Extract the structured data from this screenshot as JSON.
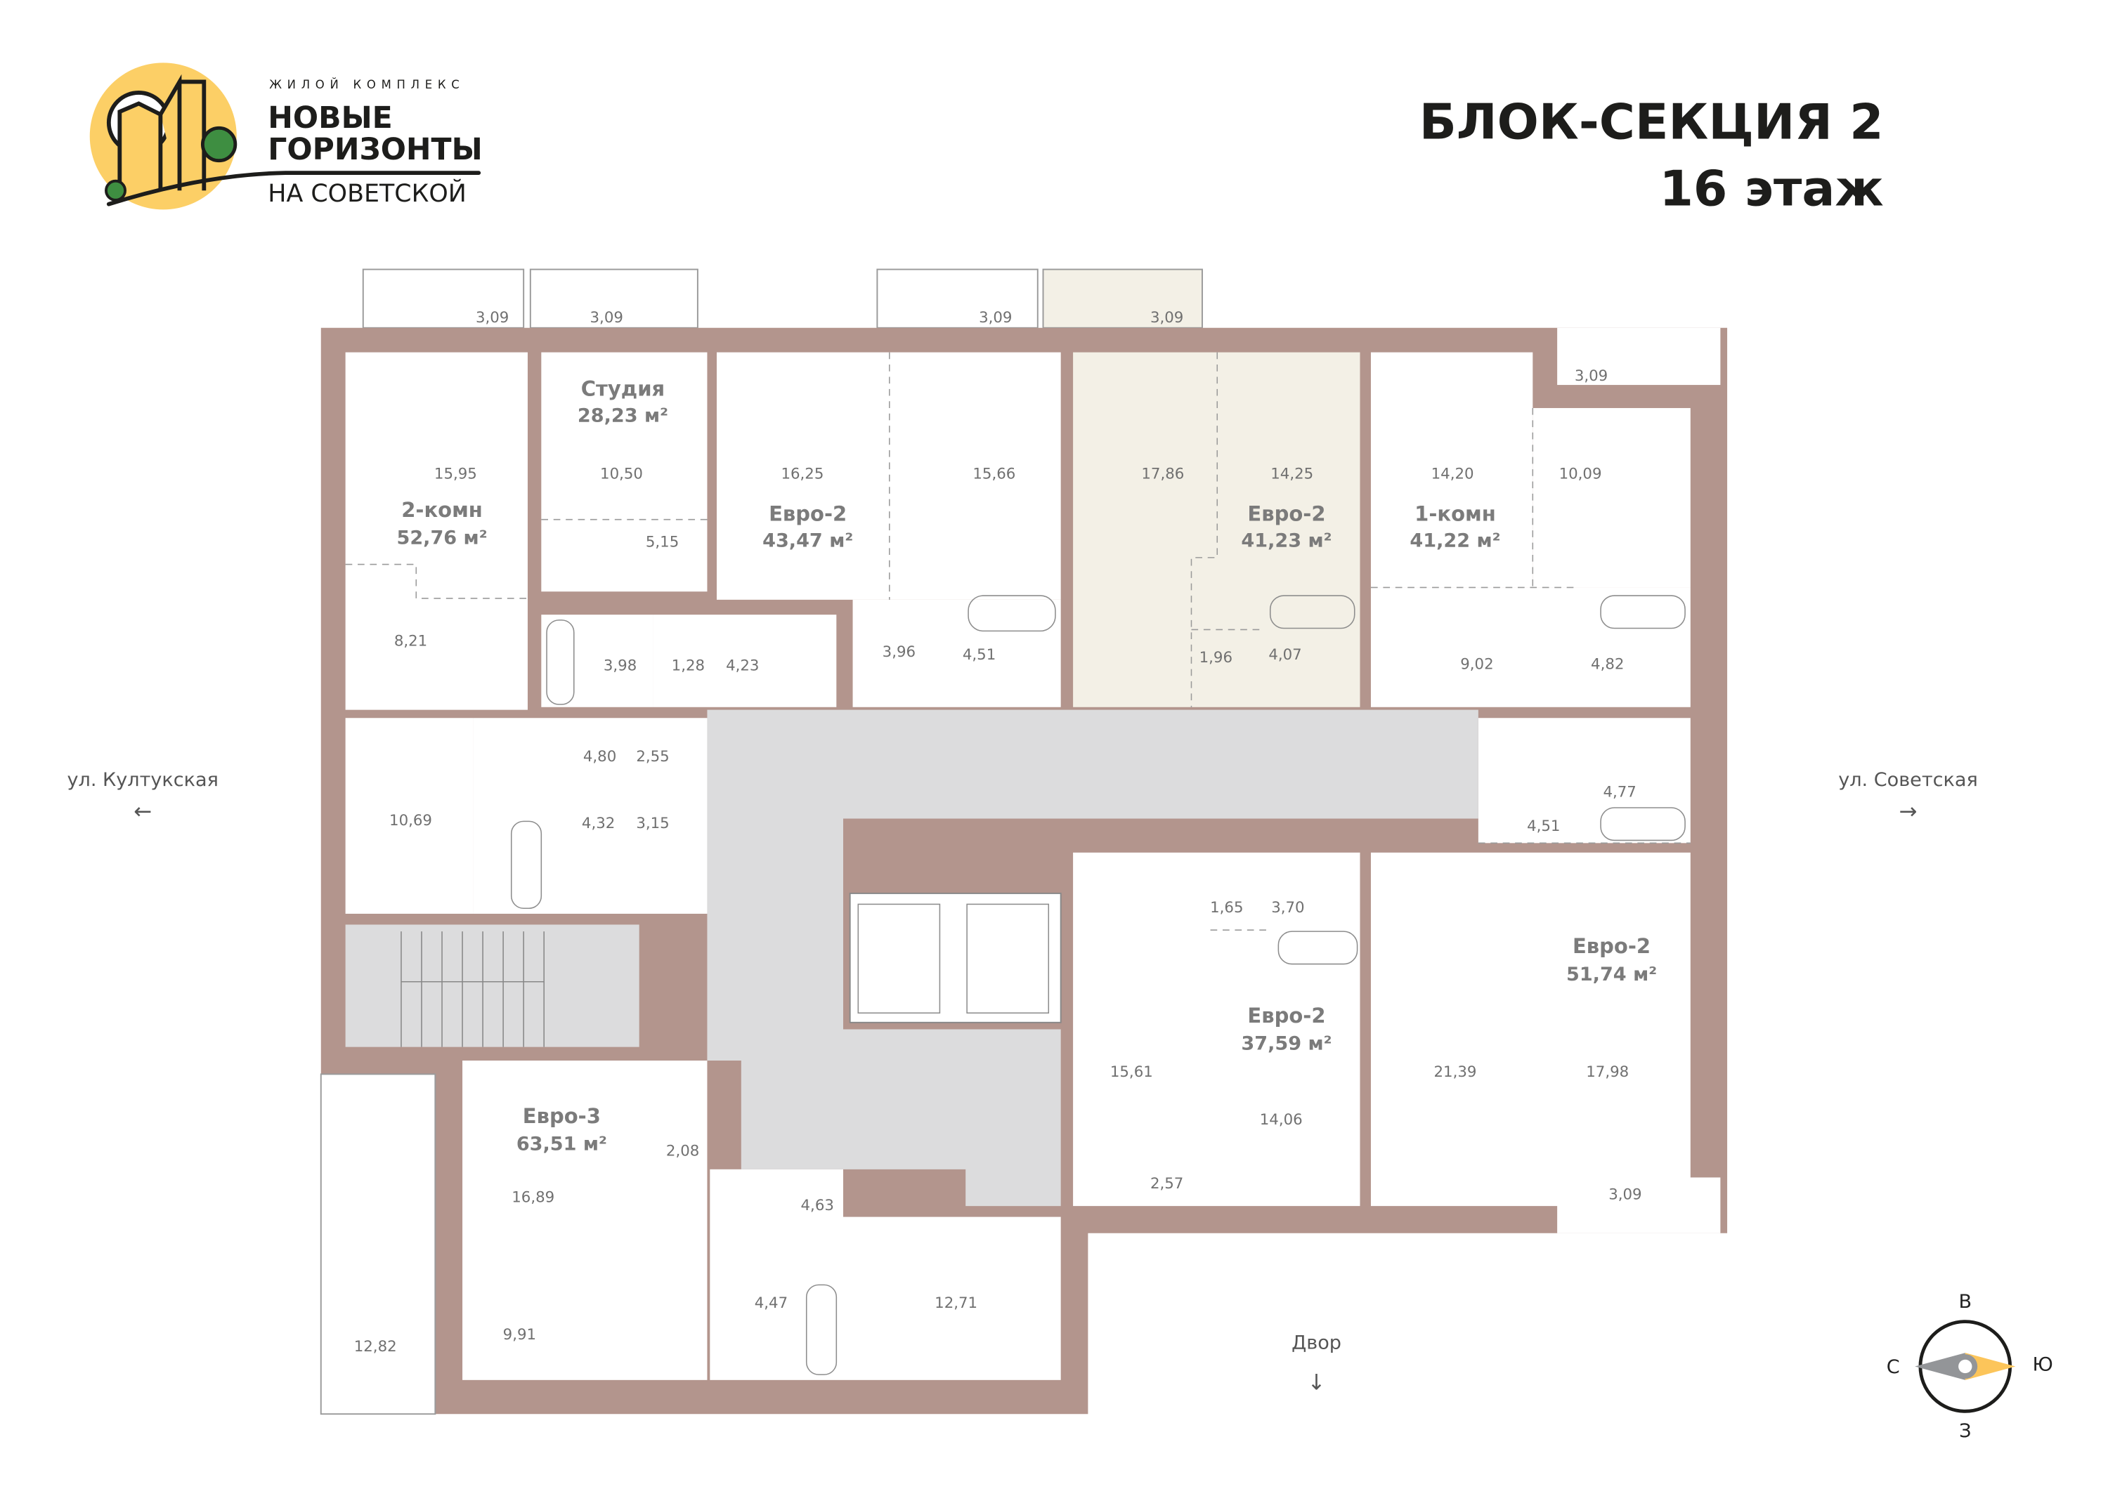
{
  "logo": {
    "tagline": "ЖИЛОЙ КОМПЛЕКС",
    "line1": "НОВЫЕ",
    "line2": "ГОРИЗОНТЫ",
    "line3": "НА СОВЕТСКОЙ"
  },
  "header": {
    "section": "БЛОК-СЕКЦИЯ 2",
    "floor": "16 этаж"
  },
  "colors": {
    "wall": "#b3958d",
    "highlight": "#f3f0e6",
    "corridor": "#dcdcdd",
    "logo_yellow": "#fccf66",
    "logo_green": "#3e8e41",
    "compass_gray": "#939598",
    "compass_yellow": "#fcc55a"
  },
  "apartments": [
    {
      "type": "2-комн",
      "area": "52,76 м²"
    },
    {
      "type": "Студия",
      "area": "28,23 м²"
    },
    {
      "type": "Евро-2",
      "area": "43,47 м²"
    },
    {
      "type": "Евро-2",
      "area": "41,23 м²",
      "highlighted": true
    },
    {
      "type": "1-комн",
      "area": "41,22 м²"
    },
    {
      "type": "Евро-2",
      "area": "51,74 м²"
    },
    {
      "type": "Евро-2",
      "area": "37,59 м²"
    },
    {
      "type": "Евро-3",
      "area": "63,51 м²"
    }
  ],
  "rooms": [
    "3,09",
    "3,09",
    "3,09",
    "3,09",
    "3,09",
    "15,95",
    "10,50",
    "5,15",
    "16,25",
    "15,66",
    "17,86",
    "14,25",
    "14,20",
    "10,09",
    "8,21",
    "3,98",
    "1,28",
    "4,23",
    "3,96",
    "4,51",
    "1,96",
    "4,07",
    "9,02",
    "4,82",
    "4,80",
    "2,55",
    "10,69",
    "4,32",
    "3,15",
    "4,77",
    "4,51",
    "1,65",
    "3,70",
    "15,61",
    "21,39",
    "17,98",
    "14,06",
    "2,57",
    "3,09",
    "16,89",
    "2,08",
    "4,63",
    "9,91",
    "12,82",
    "4,47",
    "12,71"
  ],
  "streets": {
    "left": "ул. Култукская",
    "right": "ул. Советская",
    "bottom": "Двор",
    "left_arrow": "←",
    "right_arrow": "→",
    "bottom_arrow": "↓"
  },
  "compass": {
    "north": "С",
    "south": "Ю",
    "east": "В",
    "west": "З"
  }
}
